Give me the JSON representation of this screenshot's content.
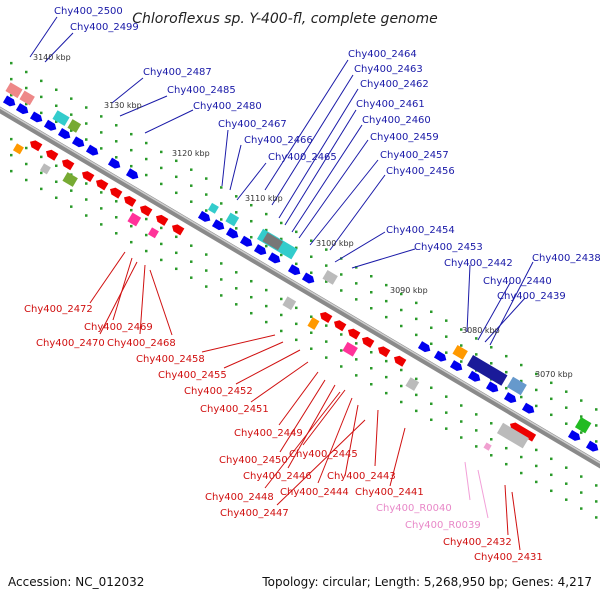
{
  "title": "Chloroflexus sp. Y-400-fl, complete genome",
  "footer": {
    "accession": "Accession: NC_012032",
    "summary": "Topology: circular; Length: 5,268,950 bp; Genes: 4,217"
  },
  "kbp_ticks": [
    "3140 kbp",
    "3130 kbp",
    "3120 kbp",
    "3110 kbp",
    "3100 kbp",
    "3090 kbp",
    "3080 kbp",
    "3070 kbp"
  ],
  "genes_top": [
    "Chy400_2500",
    "Chy400_2499",
    "Chy400_2487",
    "Chy400_2485",
    "Chy400_2480",
    "Chy400_2467",
    "Chy400_2466",
    "Chy400_2465",
    "Chy400_2464",
    "Chy400_2463",
    "Chy400_2462",
    "Chy400_2461",
    "Chy400_2460",
    "Chy400_2459",
    "Chy400_2457",
    "Chy400_2456",
    "Chy400_2454",
    "Chy400_2453",
    "Chy400_2442",
    "Chy400_2440",
    "Chy400_2439",
    "Chy400_2438"
  ],
  "genes_bottom": [
    "Chy400_2472",
    "Chy400_2469",
    "Chy400_2470",
    "Chy400_2468",
    "Chy400_2458",
    "Chy400_2455",
    "Chy400_2452",
    "Chy400_2451",
    "Chy400_2449",
    "Chy400_2450",
    "Chy400_2446",
    "Chy400_2445",
    "Chy400_2448",
    "Chy400_2444",
    "Chy400_2443",
    "Chy400_2441",
    "Chy400_2447",
    "Chy400_R0040",
    "Chy400_R0039",
    "Chy400_2432",
    "Chy400_2431"
  ],
  "colors": {
    "forward_gene": "#0000ee",
    "reverse_gene": "#ee0000",
    "rna_label": "#e888c8",
    "backbone": "#888888"
  }
}
